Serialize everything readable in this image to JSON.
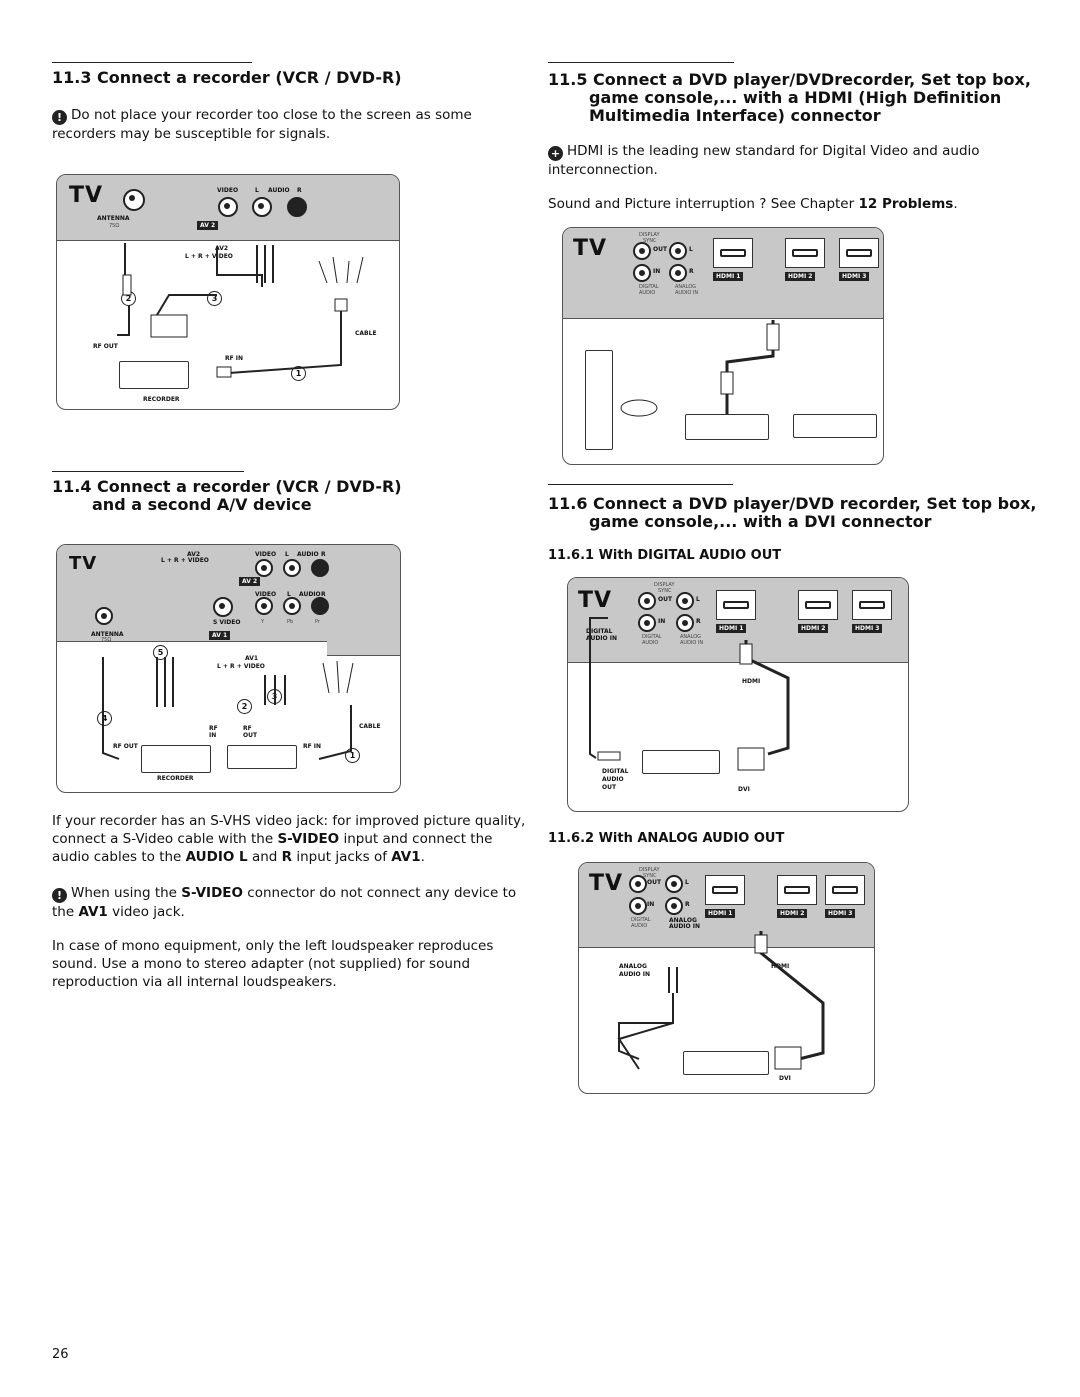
{
  "s113": {
    "title": "11.3 Connect a recorder (VCR / DVD-R)",
    "warning": "Do not place your recorder too close to the screen as some recorders may be susceptible for signals.",
    "diagram": {
      "tv": "TV",
      "antenna": "ANTENNA",
      "antenna_sub": "75Ω",
      "video": "VIDEO",
      "audio_l": "L",
      "audio": "AUDIO",
      "audio_r": "R",
      "av2": "AV 2",
      "av2_top": "AV2",
      "lrvideo": "L + R + VIDEO",
      "cable": "CABLE",
      "rf_out": "RF OUT",
      "rf_in": "RF IN",
      "recorder": "RECORDER",
      "n1": "1",
      "n2": "2",
      "n3": "3"
    }
  },
  "s114": {
    "title_line1": "11.4 Connect a recorder (VCR / DVD-R)",
    "title_line2": "and a second A/V device",
    "diagram": {
      "tv": "TV",
      "av2_top": "AV2",
      "lrvideo": "L + R + VIDEO",
      "video": "VIDEO",
      "l": "L",
      "audio": "AUDIO",
      "r": "R",
      "av2": "AV 2",
      "svideo": "S VIDEO",
      "y": "Y",
      "pb": "Pb",
      "pr": "Pr",
      "av1": "AV 1",
      "av1_top": "AV1",
      "antenna": "ANTENNA",
      "antenna_sub": "75Ω",
      "cable": "CABLE",
      "rf_out": "RF OUT",
      "rf_in": "RF IN",
      "rf_in2": "RF",
      "in": "IN",
      "out": "OUT",
      "recorder": "RECORDER",
      "n1": "1",
      "n2": "2",
      "n3": "3",
      "n4": "4",
      "n5": "5"
    },
    "para1_a": "If your recorder has an S-VHS video jack: for improved picture quality, connect a S-Video cable with the ",
    "para1_b": "S-VIDEO",
    "para1_c": " input and connect the audio cables to the ",
    "para1_d": "AUDIO L",
    "para1_e": " and ",
    "para1_f": "R",
    "para1_g": " input jacks of ",
    "para1_h": "AV1",
    "para1_i": ".",
    "caution_a": "When using the ",
    "caution_b": "S-VIDEO",
    "caution_c": " connector do not connect any device to the ",
    "caution_d": "AV1",
    "caution_e": " video jack.",
    "para2": "In case of mono equipment, only the left loudspeaker reproduces sound. Use a mono to stereo adapter (not supplied) for sound reproduction via all internal loudspeakers."
  },
  "s115": {
    "title_line1": "11.5 Connect a DVD player/DVDrecorder, Set top box,",
    "title_line2": "game console,... with a HDMI (High Definition",
    "title_line3": "Multimedia Interface) connector",
    "note": "HDMI is the leading new standard for Digital Video and audio interconnection.",
    "problem_a": "Sound and Picture interruption ? See Chapter ",
    "problem_b": "12 Problems",
    "problem_c": ".",
    "diagram": {
      "tv": "TV",
      "display": "DISPLAY",
      "sync": "SYNC",
      "out": "OUT",
      "in": "IN",
      "l": "L",
      "r": "R",
      "digital": "DIGITAL",
      "audio": "AUDIO",
      "analog": "ANALOG",
      "audio_in": "AUDIO IN",
      "hdmi1": "HDMI 1",
      "hdmi2": "HDMI 2",
      "hdmi3": "HDMI 3"
    }
  },
  "s116": {
    "title_line1": "11.6 Connect a DVD player/DVD recorder, Set top box,",
    "title_line2": "game console,... with a DVI connector",
    "sub1": "11.6.1 With DIGITAL AUDIO OUT",
    "sub2": "11.6.2 With ANALOG AUDIO OUT",
    "diagram": {
      "tv": "TV",
      "display": "DISPLAY",
      "sync": "SYNC",
      "out": "OUT",
      "in": "IN",
      "l": "L",
      "r": "R",
      "digital_audio_in": "DIGITAL AUDIO IN",
      "digital": "DIGITAL",
      "audio": "AUDIO",
      "analog": "ANALOG",
      "audio_in": "AUDIO IN",
      "hdmi": "HDMI",
      "hdmi1": "HDMI 1",
      "hdmi2": "HDMI 2",
      "hdmi3": "HDMI 3",
      "digital_audio_out_1": "DIGITAL",
      "digital_audio_out_2": "AUDIO",
      "digital_audio_out_3": "OUT",
      "dvi": "DVI",
      "analog_audio_in_1": "ANALOG",
      "analog_audio_in_2": "AUDIO IN"
    }
  },
  "page_number": "26"
}
